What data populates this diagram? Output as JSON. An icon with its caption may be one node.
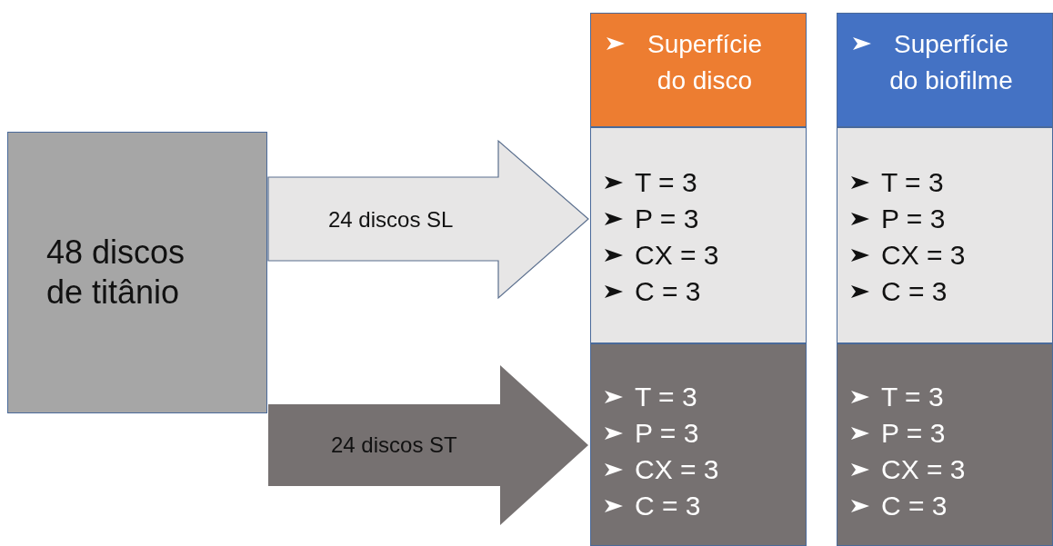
{
  "diagram": {
    "nodes": [
      {
        "text": [
          "48 discos de titânio"
        ]
      },
      {
        "text": [
          "Superfície do disco"
        ]
      },
      {
        "text": [
          "T = 3",
          "P = 3",
          "CX = 3",
          "C = 3"
        ]
      },
      {
        "text": [
          "T = 3",
          "P = 3",
          "CX = 3",
          "C = 3"
        ]
      },
      {
        "text": [
          "Superfície do biofilme"
        ]
      },
      {
        "text": [
          "T = 3",
          "P = 3",
          "CX = 3",
          "C = 3"
        ]
      },
      {
        "text": [
          "T = 3",
          "P = 3",
          "CX = 3",
          "C = 3"
        ]
      }
    ],
    "edges": [
      {
        "from": 0,
        "to": 2,
        "arrow": "to",
        "label": "24 discos SL",
        "color": "#e7e6e6"
      },
      {
        "from": 0,
        "to": 3,
        "arrow": "to",
        "label": "24 discos ST",
        "color": "#767171"
      }
    ]
  }
}
